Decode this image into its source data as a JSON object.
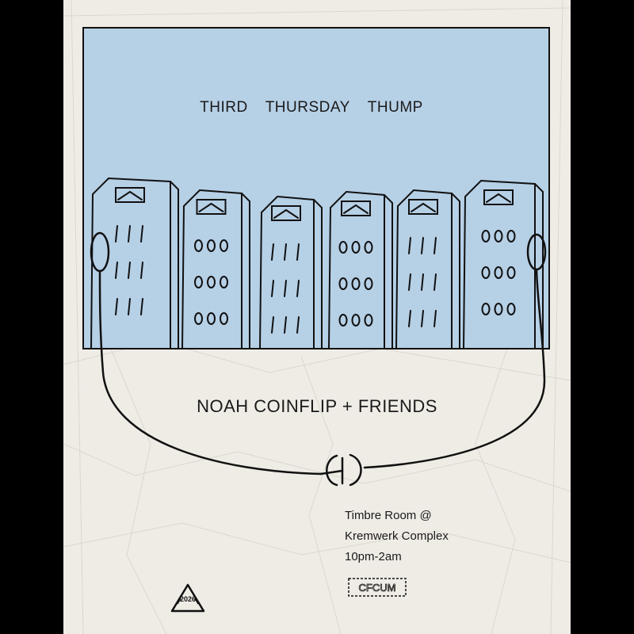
{
  "event": {
    "title_words": [
      "THIRD",
      "THURSDAY",
      "THUMP"
    ],
    "headliner": "NOAH COINFLIP + FRIENDS",
    "venue_line_1": "Timbre Room @",
    "venue_line_2": "Kremwerk Complex",
    "time": "10pm-2am",
    "year": "2026",
    "logo_text": "CFCUM"
  },
  "colors": {
    "sky": "#b6d0e6",
    "paper": "#efece6",
    "ink": "#111111"
  },
  "icons": {
    "speaker_towers": "building-speaker-icon",
    "cable_plug": "audio-plug-icon",
    "year_badge": "recycle-triangle-icon"
  }
}
